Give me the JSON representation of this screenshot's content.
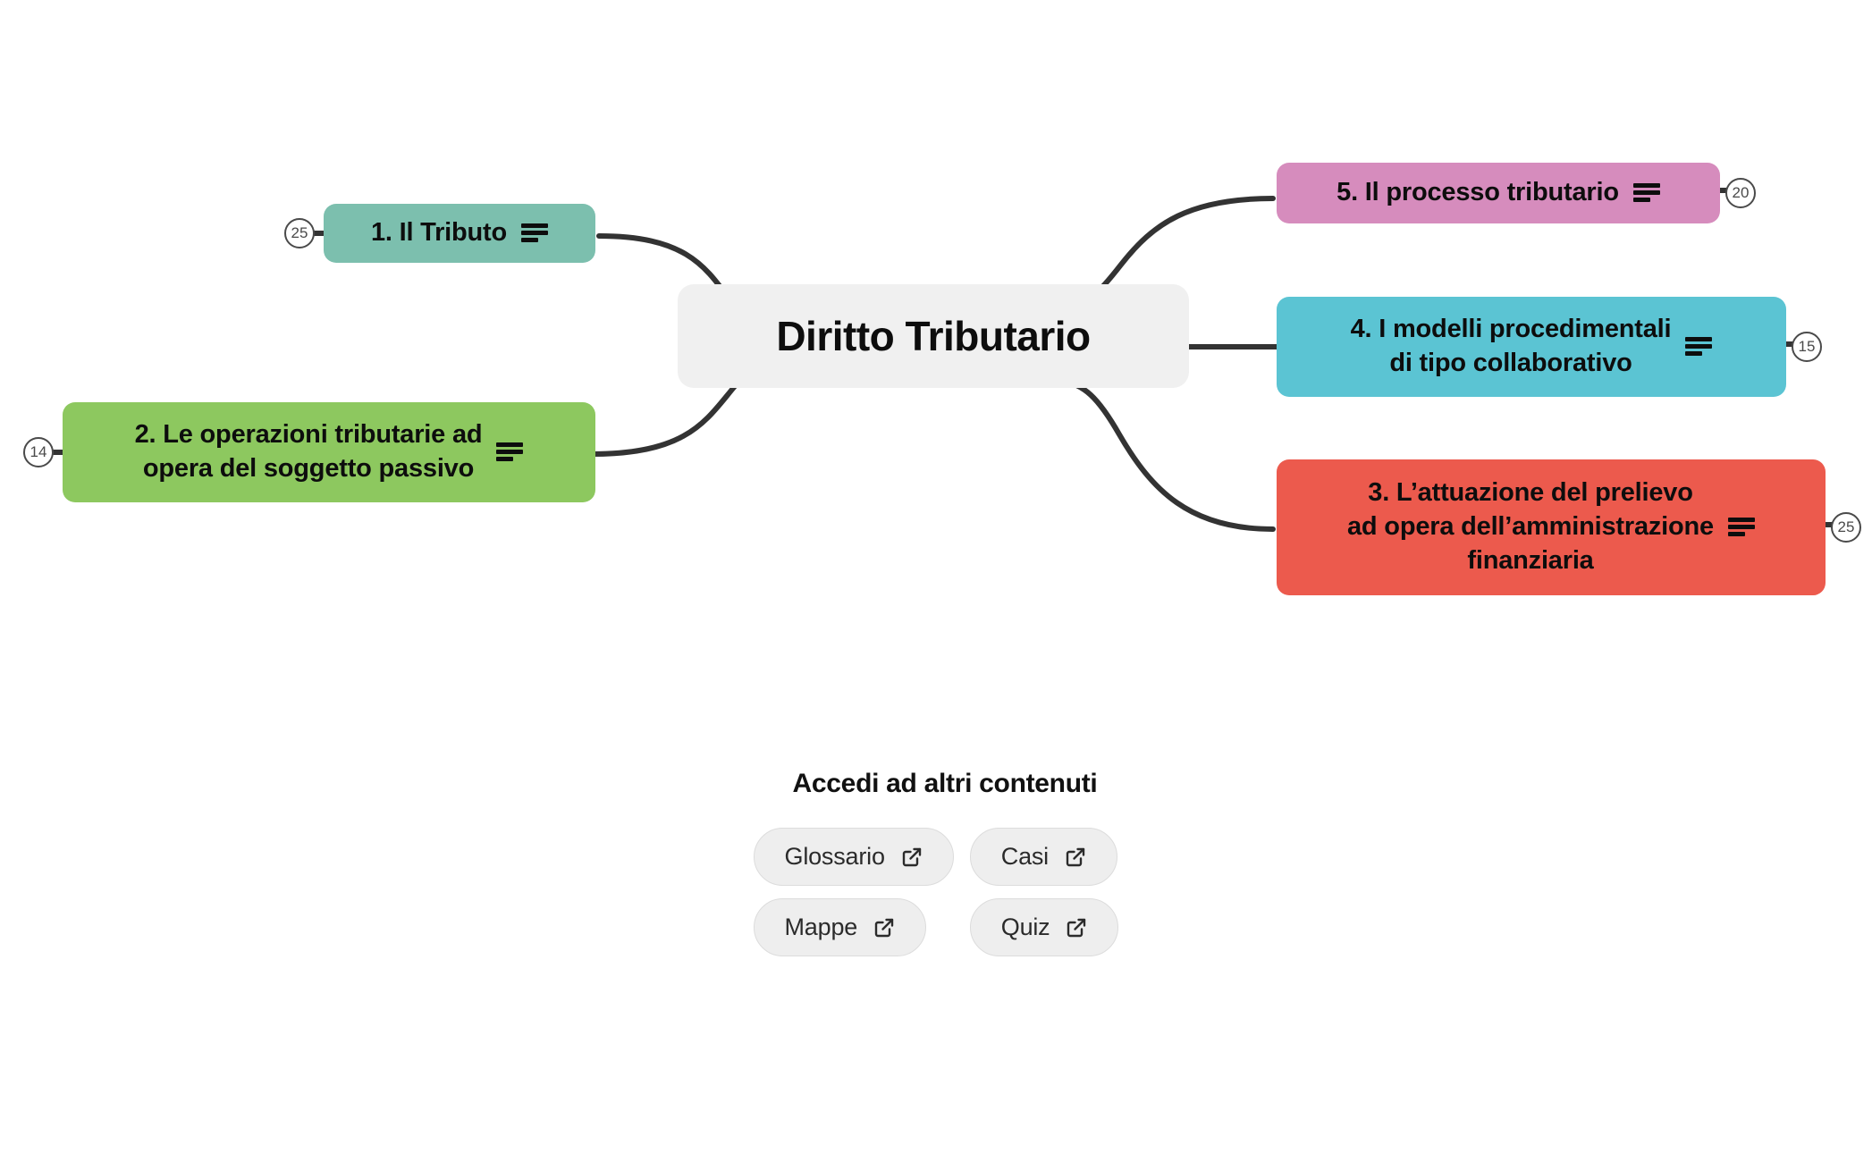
{
  "map": {
    "root": {
      "label": "Diritto Tributario"
    },
    "nodes": [
      {
        "id": "node-1",
        "label": "1. Il Tributo",
        "badge": "25",
        "color": "#7cbfae",
        "side": "left",
        "notes_icon": "list-icon"
      },
      {
        "id": "node-2",
        "label": "2. Le operazioni tributarie ad\nopera del soggetto passivo",
        "badge": "14",
        "color": "#8dc85f",
        "side": "left",
        "notes_icon": "list-icon"
      },
      {
        "id": "node-3",
        "label": "3. L’attuazione del prelievo\nad opera dell’amministrazione\nfinanziaria",
        "badge": "25",
        "color": "#ec5a4d",
        "side": "right",
        "notes_icon": "list-icon"
      },
      {
        "id": "node-4",
        "label": "4. I modelli procedimentali\ndi tipo collaborativo",
        "badge": "15",
        "color": "#5bc4d3",
        "side": "right",
        "notes_icon": "list-icon"
      },
      {
        "id": "node-5",
        "label": "5. Il processo tributario",
        "badge": "20",
        "color": "#d68cbd",
        "side": "right",
        "notes_icon": "list-icon"
      }
    ],
    "edge_color": "#333333",
    "root_background": "#f0f0f0"
  },
  "extra": {
    "title": "Accedi ad altri contenuti",
    "buttons": [
      {
        "id": "glossario",
        "label": "Glossario",
        "icon": "external-link-icon"
      },
      {
        "id": "casi",
        "label": "Casi",
        "icon": "external-link-icon"
      },
      {
        "id": "mappe",
        "label": "Mappe",
        "icon": "external-link-icon"
      },
      {
        "id": "quiz",
        "label": "Quiz",
        "icon": "external-link-icon"
      }
    ]
  }
}
